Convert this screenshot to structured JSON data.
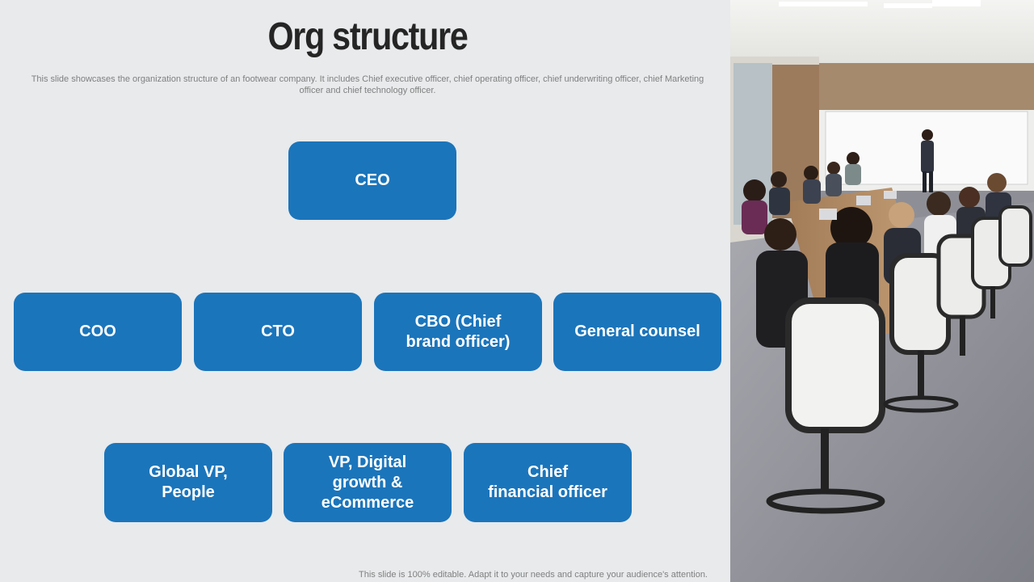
{
  "slide": {
    "title": "Org structure",
    "subtitle": "This slide showcases the organization structure of an footwear company. It includes Chief executive officer, chief operating officer, chief underwriting officer, chief Marketing officer and chief technology officer.",
    "footer": "This slide is 100% editable. Adapt it to your needs and capture your audience's attention."
  },
  "org_chart": {
    "level1": [
      "CEO"
    ],
    "level2": [
      "COO",
      "CTO",
      "CBO (Chief\nbrand officer)",
      "General counsel"
    ],
    "level3": [
      "Global VP,\nPeople",
      "VP, Digital\ngrowth &\neCommerce",
      "Chief\nfinancial officer"
    ]
  },
  "colors": {
    "box_fill": "#1b75bb",
    "box_text": "#ffffff",
    "background": "#e8eaec",
    "title_text": "#252525"
  },
  "image": {
    "icon": "meeting-room-photo"
  }
}
